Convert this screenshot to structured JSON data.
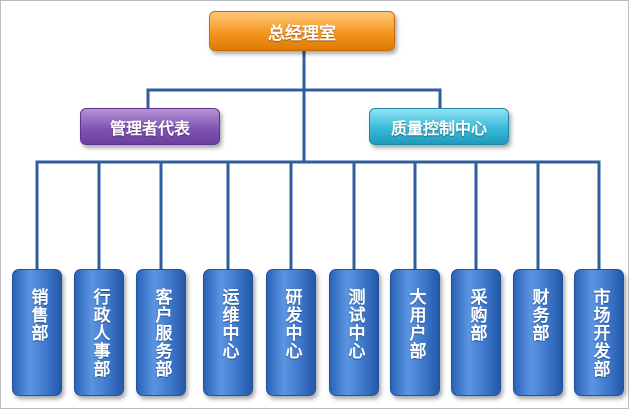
{
  "org": {
    "top": "总经理室",
    "left": "管理者代表",
    "right": "质量控制中心",
    "departments": [
      "销售部",
      "行政人事部",
      "客户服务部",
      "运维中心",
      "研发中心",
      "测试中心",
      "大用户部",
      "采购部",
      "财务部",
      "市场开发部"
    ]
  },
  "colors": {
    "top": "#f4961f",
    "left": "#8154b4",
    "right": "#3ab9d8",
    "department": "#3d77cb",
    "connector": "#2f5d9e"
  }
}
